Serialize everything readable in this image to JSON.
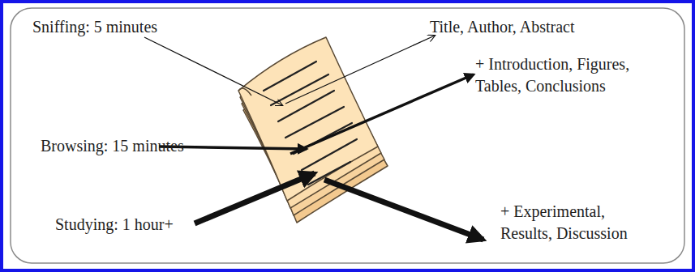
{
  "diagram": {
    "labels": [
      "Sniffing: 5 minutes",
      "Title, Author, Abstract",
      "+ Introduction, Figures, Tables, Conclusions",
      "Browsing: 15 minutes",
      "Studying: 1 hour+",
      "+ Experimental, Results, Discussion"
    ]
  }
}
